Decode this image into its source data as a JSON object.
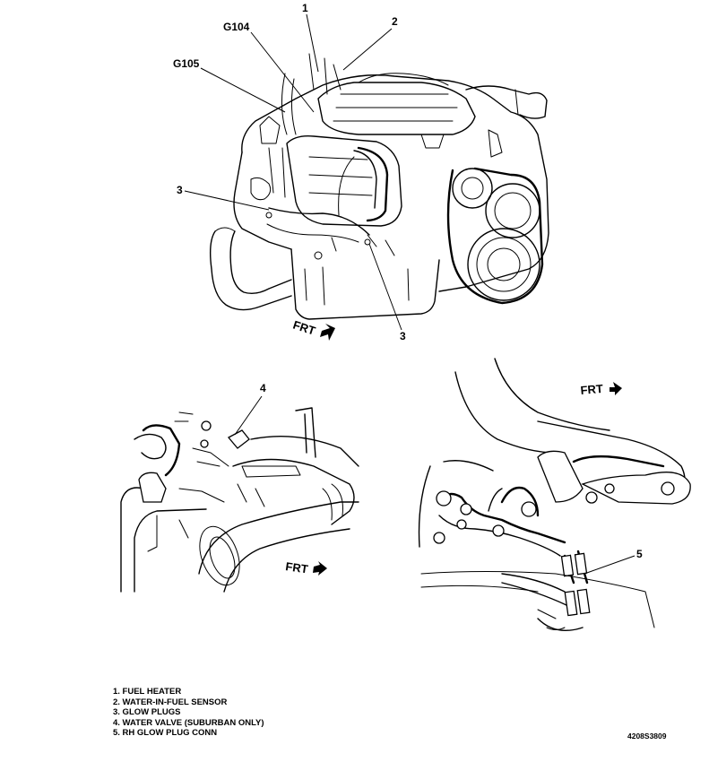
{
  "callouts": {
    "fuel_heater": "1",
    "water_in_fuel_sensor": "2",
    "glow_plugs_upper": "3",
    "glow_plugs_lower": "3",
    "water_valve": "4",
    "rh_glow_plug_conn": "5",
    "ground_g104": "G104",
    "ground_g105": "G105"
  },
  "front_indicators": {
    "engine_view": "FRT",
    "left_detail": "FRT",
    "right_detail": "FRT"
  },
  "legend": [
    "1. FUEL HEATER",
    "2. WATER-IN-FUEL SENSOR",
    "3. GLOW PLUGS",
    "4. WATER VALVE (SUBURBAN ONLY)",
    "5. RH GLOW PLUG CONN"
  ],
  "figure_code": "4208S3809"
}
